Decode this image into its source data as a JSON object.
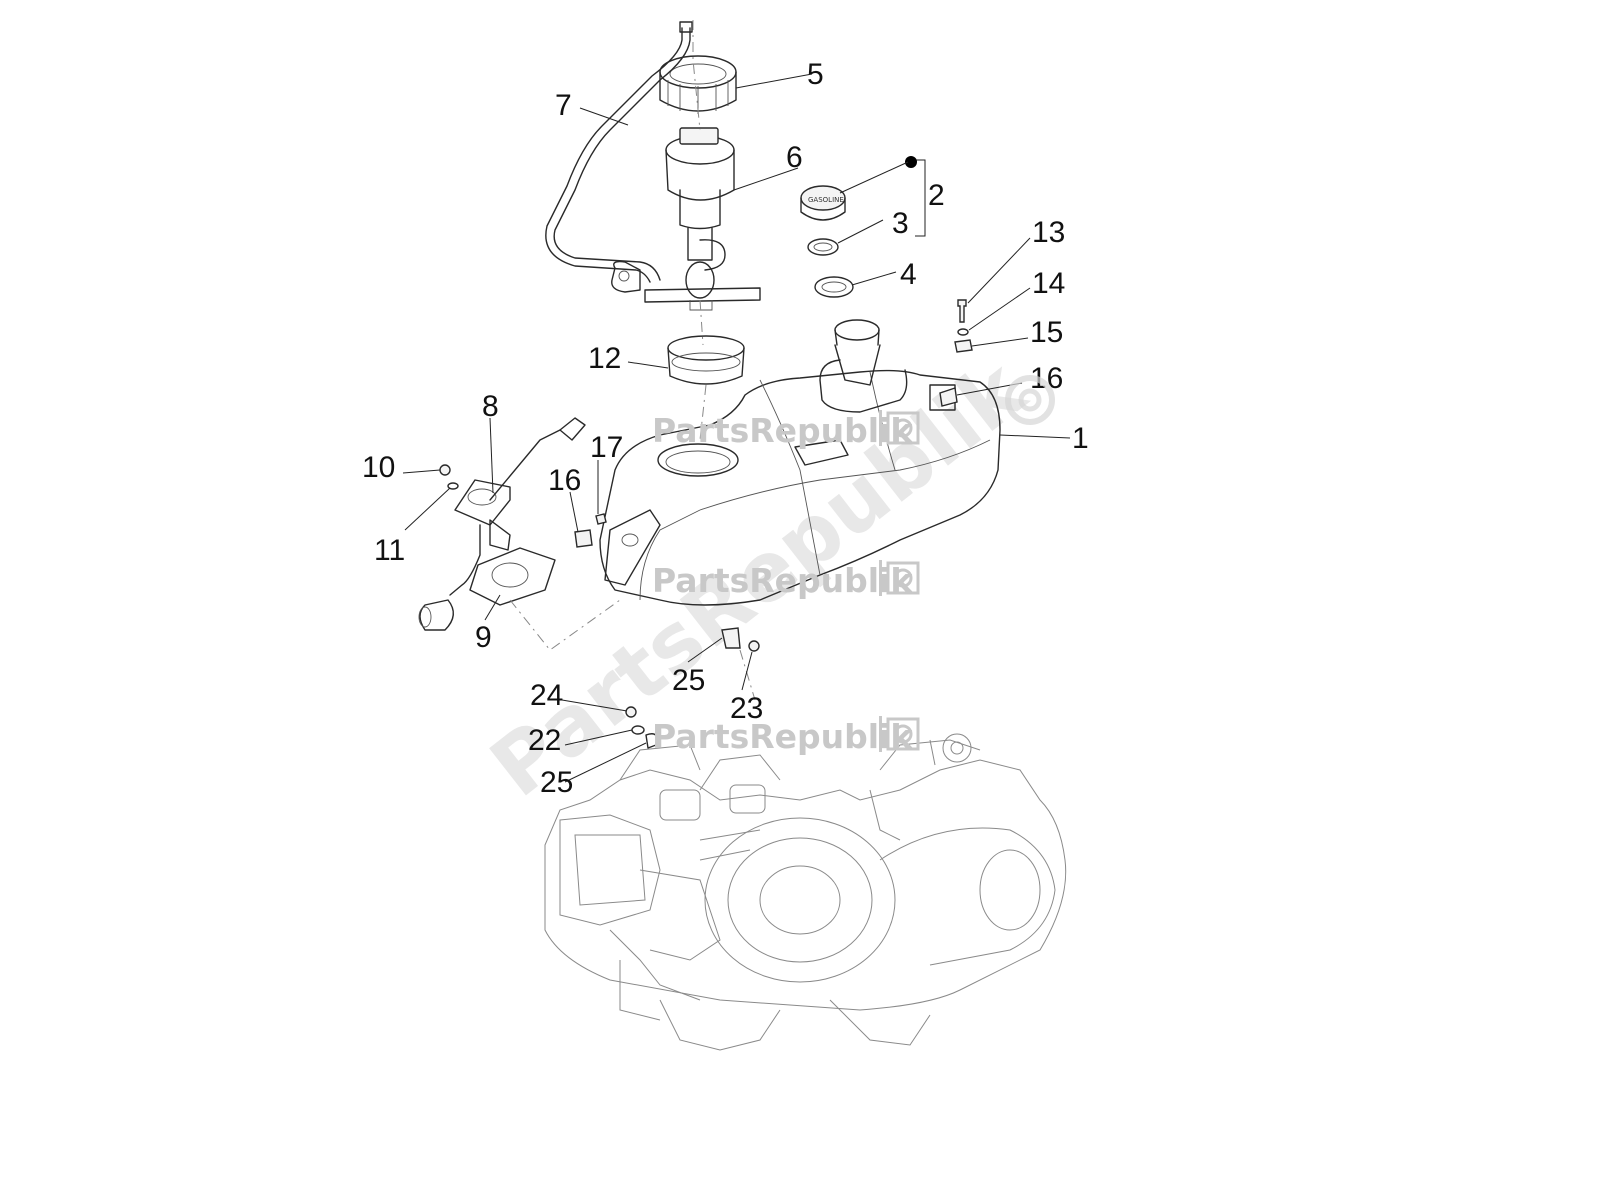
{
  "watermark": {
    "brand": "PartsRepublik",
    "diagonal": "PartsRepublik",
    "icon": "gear-icon"
  },
  "callouts": [
    {
      "id": "c1",
      "label": "1"
    },
    {
      "id": "c2",
      "label": "2"
    },
    {
      "id": "c3",
      "label": "3"
    },
    {
      "id": "c4",
      "label": "4"
    },
    {
      "id": "c5",
      "label": "5"
    },
    {
      "id": "c6",
      "label": "6"
    },
    {
      "id": "c7",
      "label": "7"
    },
    {
      "id": "c8",
      "label": "8"
    },
    {
      "id": "c9",
      "label": "9"
    },
    {
      "id": "c10",
      "label": "10"
    },
    {
      "id": "c11",
      "label": "11"
    },
    {
      "id": "c12",
      "label": "12"
    },
    {
      "id": "c13",
      "label": "13"
    },
    {
      "id": "c14",
      "label": "14"
    },
    {
      "id": "c15",
      "label": "15"
    },
    {
      "id": "c16a",
      "label": "16"
    },
    {
      "id": "c16b",
      "label": "16"
    },
    {
      "id": "c17",
      "label": "17"
    },
    {
      "id": "c22",
      "label": "22"
    },
    {
      "id": "c23",
      "label": "23"
    },
    {
      "id": "c24",
      "label": "24"
    },
    {
      "id": "c25a",
      "label": "25"
    },
    {
      "id": "c25b",
      "label": "25"
    }
  ]
}
